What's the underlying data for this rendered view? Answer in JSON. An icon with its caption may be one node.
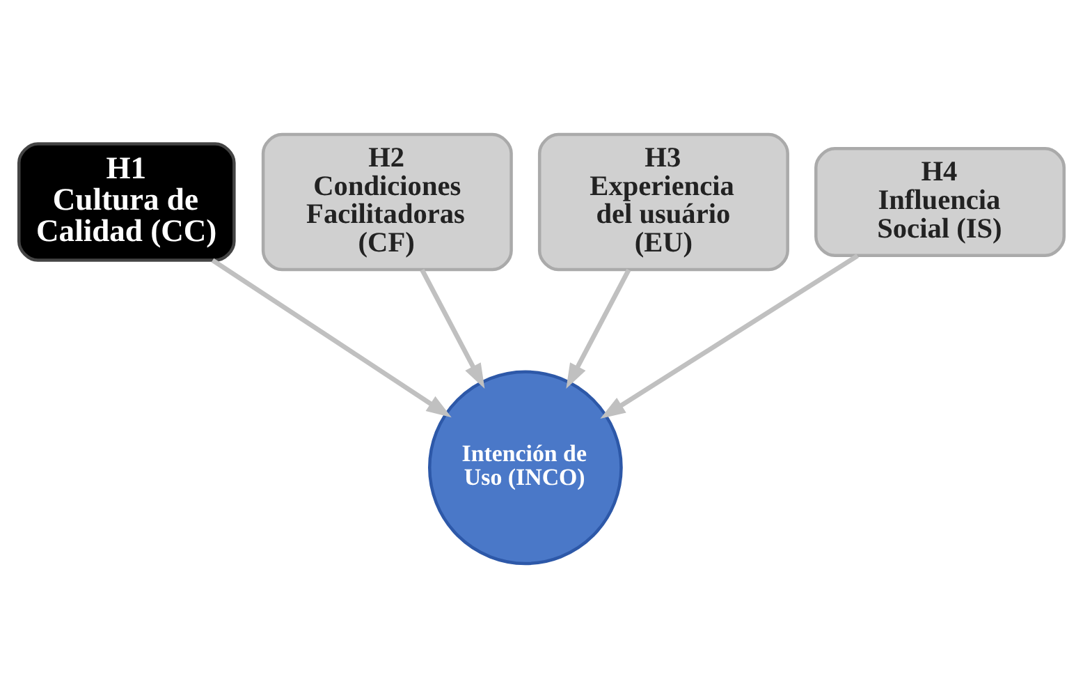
{
  "diagram": {
    "nodes": [
      {
        "text": [
          "H1",
          "Cultura de Calidad (CC)"
        ]
      },
      {
        "text": [
          "H2",
          "Condiciones Facilitadoras (CF)"
        ]
      },
      {
        "text": [
          "H3",
          "Experiencia del usuário (EU)"
        ]
      },
      {
        "text": [
          "H4",
          "Influencia Social (IS)"
        ]
      },
      {
        "text": [
          "Intención de Uso (INCO)"
        ]
      }
    ],
    "edges": [
      {
        "from": 0,
        "to": 4,
        "arrow": "to"
      },
      {
        "from": 1,
        "to": 4,
        "arrow": "to"
      },
      {
        "from": 2,
        "to": 4,
        "arrow": "to"
      },
      {
        "from": 3,
        "to": 4,
        "arrow": "to"
      }
    ]
  }
}
